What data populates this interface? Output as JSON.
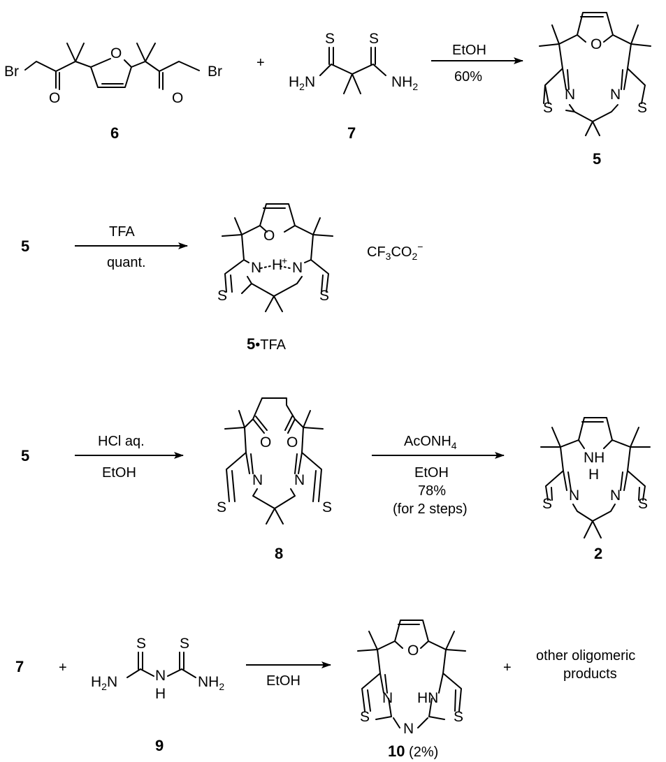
{
  "atoms": {
    "br": "Br",
    "o": "O",
    "s": "S",
    "n": "N",
    "h": "H",
    "nh": "NH",
    "hn": "HN",
    "h_plus": "H",
    "plus_sign": "+",
    "amine_left": "H",
    "amine_left_sub": "2",
    "amine_left_n": "N",
    "amine_right": "NH",
    "amine_right_sub": "2"
  },
  "row1": {
    "plus": "+",
    "arrow_top": "EtOH",
    "arrow_bottom": "60%",
    "label_6": "6",
    "label_7": "7",
    "label_5": "5"
  },
  "row2": {
    "start_label": "5",
    "arrow_top": "TFA",
    "arrow_bottom": "quant.",
    "counterion_cf": "CF",
    "counterion_sub3": "3",
    "counterion_co": "CO",
    "counterion_sub2": "2",
    "counterion_minus": "−",
    "product_label_num": "5",
    "product_label_text": "•TFA"
  },
  "row3": {
    "start_label": "5",
    "arrow1_top": "HCl aq.",
    "arrow1_bottom": "EtOH",
    "arrow2_top_main": "AcONH",
    "arrow2_top_sub": "4",
    "arrow2_line2": "EtOH",
    "arrow2_line3": "78%",
    "arrow2_line4": "(for 2 steps)",
    "label_8": "8",
    "label_2": "2"
  },
  "row4": {
    "start_label": "7",
    "plus1": "+",
    "arrow_top": "EtOH",
    "label_9": "9",
    "label_10_num": "10",
    "label_10_yield": " (2%)",
    "plus2": "+",
    "other_line1": "other oligomeric",
    "other_line2": "products"
  }
}
